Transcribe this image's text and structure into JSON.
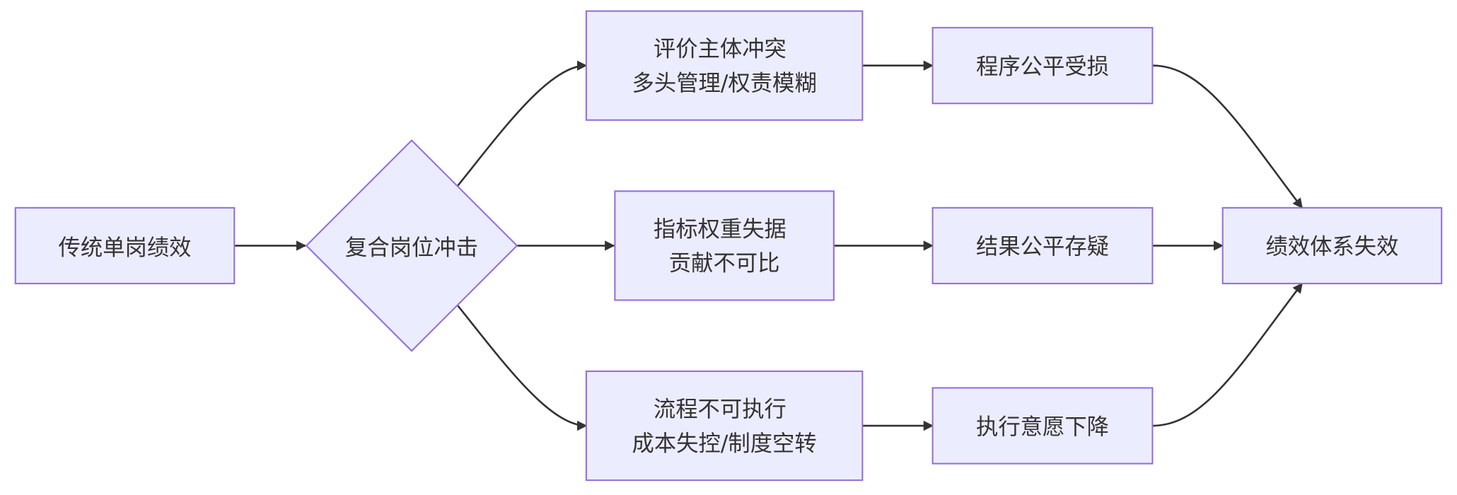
{
  "colors": {
    "node_fill": "#ECECFF",
    "node_stroke": "#9370DB",
    "edge": "#333333",
    "text": "#333333"
  },
  "nodes": {
    "start": {
      "lines": [
        "传统单岗绩效"
      ]
    },
    "decision": {
      "lines": [
        "复合岗位冲击"
      ]
    },
    "eval_conflict": {
      "lines": [
        "评价主体冲突",
        "多头管理/权责模糊"
      ]
    },
    "metric_weight": {
      "lines": [
        "指标权重失据",
        "贡献不可比"
      ]
    },
    "process_infeasible": {
      "lines": [
        "流程不可执行",
        "成本失控/制度空转"
      ]
    },
    "procedural_fairness": {
      "lines": [
        "程序公平受损"
      ]
    },
    "outcome_fairness": {
      "lines": [
        "结果公平存疑"
      ]
    },
    "execution_will": {
      "lines": [
        "执行意愿下降"
      ]
    },
    "system_failure": {
      "lines": [
        "绩效体系失效"
      ]
    }
  }
}
